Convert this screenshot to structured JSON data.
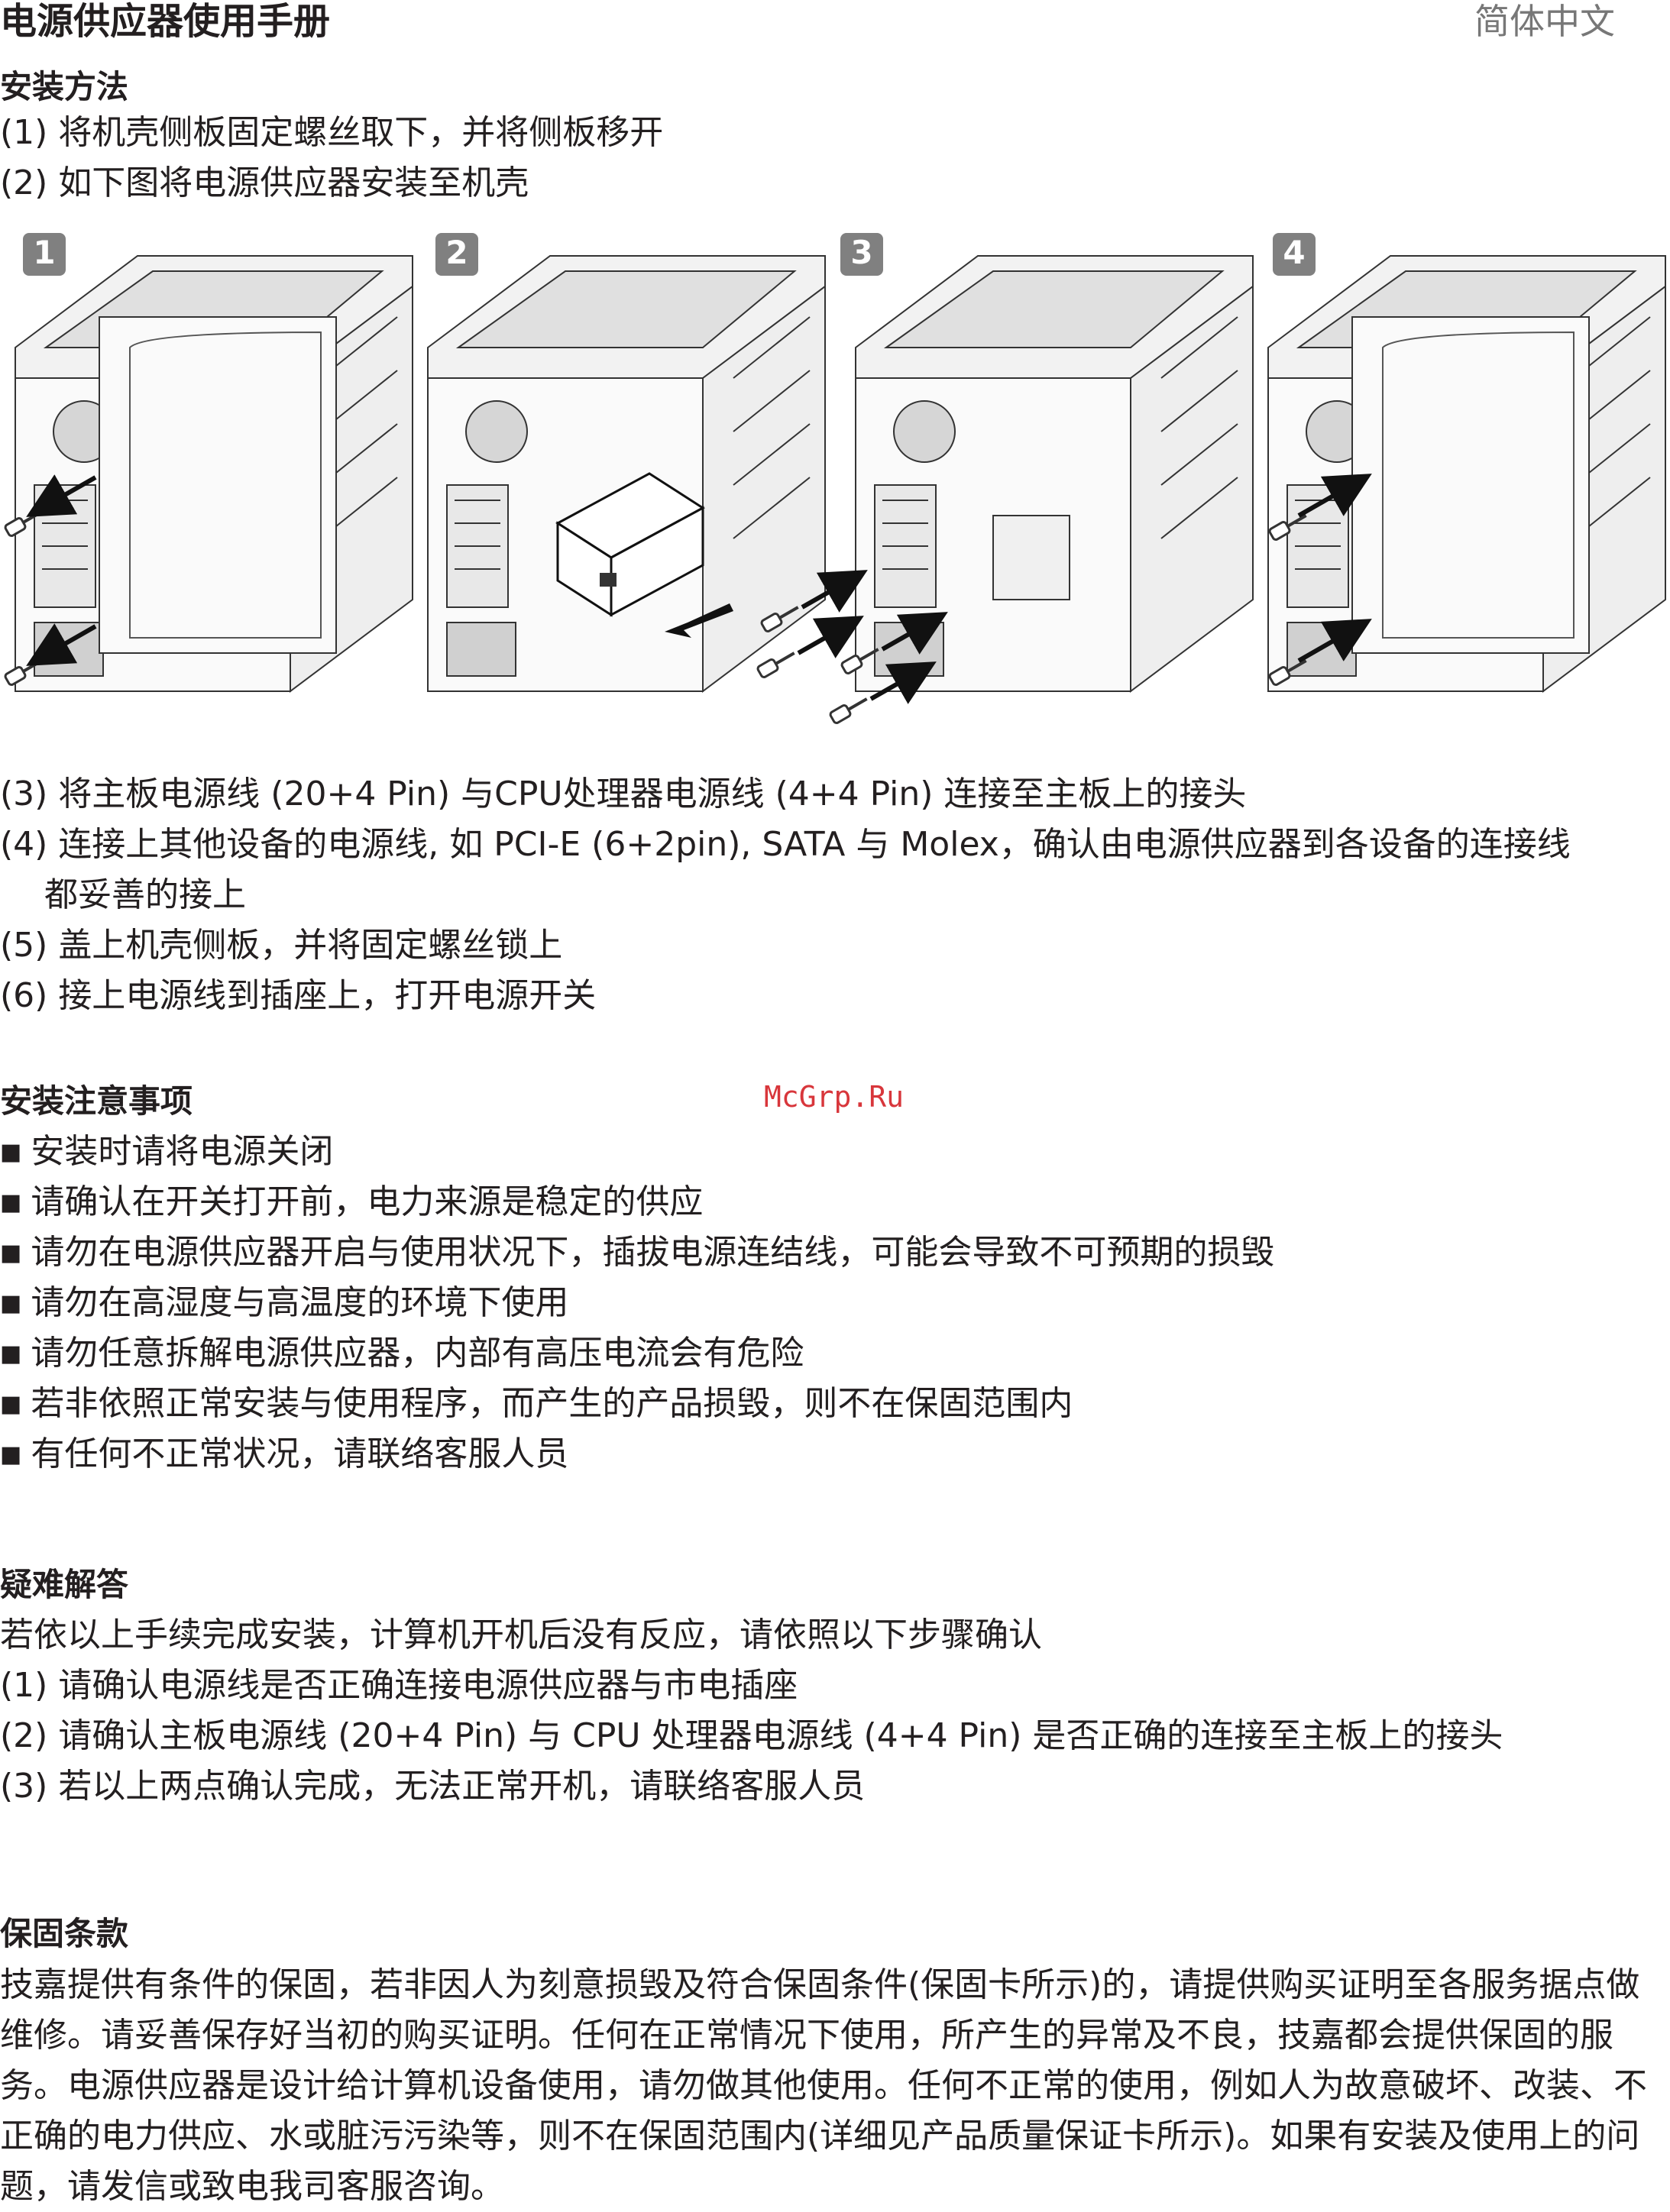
{
  "header": {
    "title": "电源供应器使用手册",
    "language": "简体中文"
  },
  "install": {
    "heading": "安装方法",
    "steps_before": [
      "(1) 将机壳侧板固定螺丝取下，并将侧板移开",
      "(2) 如下图将电源供应器安装至机壳"
    ],
    "figure_numbers": [
      "1",
      "2",
      "3",
      "4"
    ],
    "steps_after": [
      "(3) 将主板电源线 (20+4 Pin) 与CPU处理器电源线 (4+4 Pin) 连接至主板上的接头",
      "(4) 连接上其他设备的电源线, 如 PCI-E (6+2pin), SATA 与 Molex，确认由电源供应器到各设备的连接线",
      "都妥善的接上",
      "(5) 盖上机壳侧板，并将固定螺丝锁上",
      "(6) 接上电源线到插座上，打开电源开关"
    ]
  },
  "watermark": "McGrp.Ru",
  "notes": {
    "heading": "安装注意事项",
    "items": [
      "安装时请将电源关闭",
      "请确认在开关打开前，电力来源是稳定的供应",
      "请勿在电源供应器开启与使用状况下，插拔电源连结线，可能会导致不可预期的损毁",
      "请勿在高湿度与高温度的环境下使用",
      "请勿任意拆解电源供应器，内部有高压电流会有危险",
      "若非依照正常安装与使用程序，而产生的产品损毁，则不在保固范围内",
      "有任何不正常状况，请联络客服人员"
    ]
  },
  "faq": {
    "heading": "疑难解答",
    "lines": [
      "若依以上手续完成安装，计算机开机后没有反应，请依照以下步骤确认",
      "(1) 请确认电源线是否正确连接电源供应器与市电插座",
      "(2) 请确认主板电源线 (20+4 Pin) 与 CPU 处理器电源线 (4+4 Pin) 是否正确的连接至主板上的接头",
      "(3) 若以上两点确认完成，无法正常开机，请联络客服人员"
    ]
  },
  "warranty": {
    "heading": "保固条款",
    "body": "技嘉提供有条件的保固，若非因人为刻意损毁及符合保固条件(保固卡所示)的，请提供购买证明至各服务据点做维修。请妥善保存好当初的购买证明。任何在正常情况下使用，所产生的异常及不良，技嘉都会提供保固的服务。电源供应器是设计给计算机设备使用，请勿做其他使用。任何不正常的使用，例如人为故意破坏、改装、不正确的电力供应、水或脏污污染等，则不在保固范围内(详细见产品质量保证卡所示)。如果有安装及使用上的问题，请发信或致电我司客服咨询。"
  },
  "colors": {
    "text": "#231f20",
    "badge": "#808080",
    "watermark": "#d8363b"
  }
}
